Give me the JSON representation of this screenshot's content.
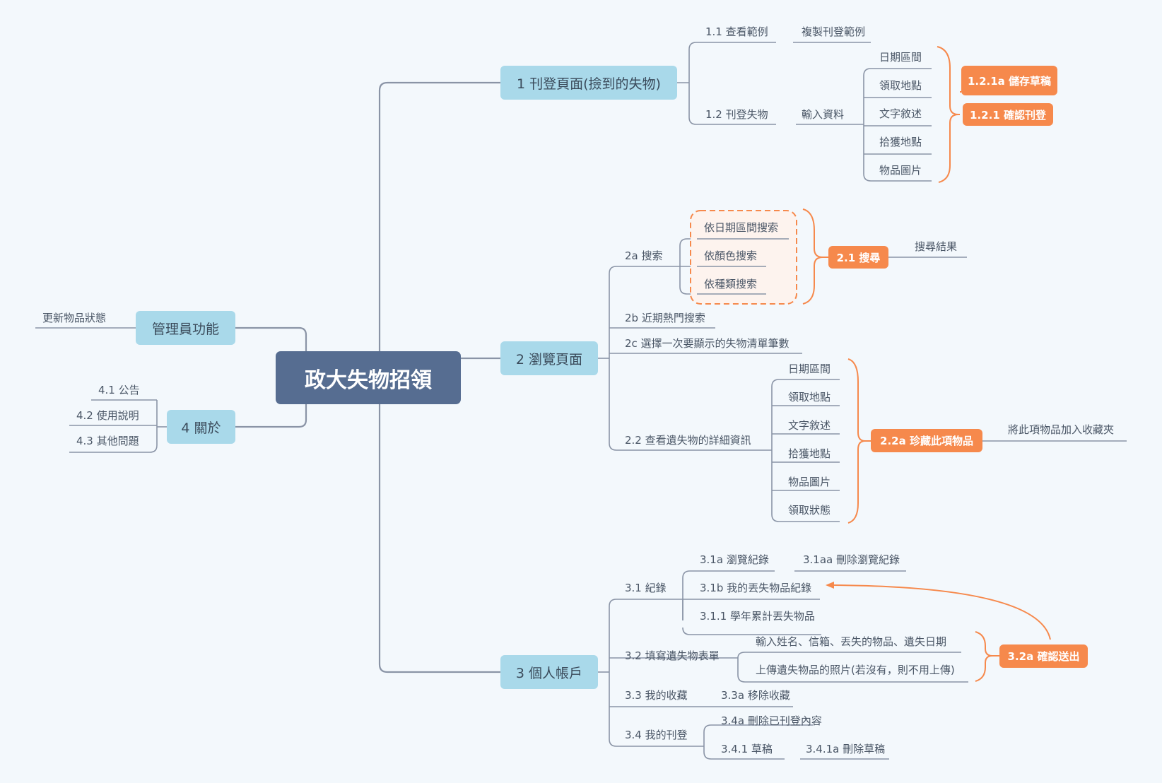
{
  "root": "政大失物招領",
  "branches": {
    "b1": "1 刊登頁面(撿到的失物)",
    "b2": "2 瀏覽頁面",
    "b3": "3 個人帳戶",
    "admin": "管理員功能",
    "b4": "4 關於"
  },
  "b1": {
    "view_example": "1.1 查看範例",
    "copy_example": "複製刊登範例",
    "post_item": "1.2 刊登失物",
    "input_data": "輸入資料",
    "fields": [
      "日期區間",
      "領取地點",
      "文字敘述",
      "拾獲地點",
      "物品圖片"
    ],
    "save_draft": "1.2.1a 儲存草稿",
    "confirm_post": "1.2.1 確認刊登"
  },
  "b2": {
    "search": "2a 搜索",
    "search_options": [
      "依日期區間搜索",
      "依顏色搜索",
      "依種類搜索"
    ],
    "search_action": "2.1 搜尋",
    "search_result": "搜尋結果",
    "hot_search": "2b 近期熱門搜索",
    "choose_count": "2c 選擇一次要顯示的失物清單筆數",
    "detail": "2.2 查看遺失物的詳細資訊",
    "detail_fields": [
      "日期區間",
      "領取地點",
      "文字敘述",
      "拾獲地點",
      "物品圖片",
      "領取狀態"
    ],
    "favorite_action": "2.2a 珍藏此項物品",
    "add_to_favorites": "將此項物品加入收藏夾"
  },
  "b3": {
    "records": "3.1 紀錄",
    "browse_history": "3.1a 瀏覽紀錄",
    "delete_browse": "3.1aa 刪除瀏覽紀錄",
    "my_lost": "3.1b 我的丟失物品紀錄",
    "year_total": "3.1.1 學年累計丟失物品",
    "fill_form": "3.2 填寫遺失物表單",
    "form_input": "輸入姓名、信箱、丟失的物品、遺失日期",
    "form_upload": "上傳遺失物品的照片(若沒有，則不用上傳)",
    "confirm_submit": "3.2a 確認送出",
    "my_favorites": "3.3 我的收藏",
    "remove_favorite": "3.3a 移除收藏",
    "my_posts": "3.4 我的刊登",
    "delete_posted": "3.4a 刪除已刊登內容",
    "drafts": "3.4.1 草稿",
    "delete_draft": "3.4.1a 刪除草稿"
  },
  "admin": {
    "update_status": "更新物品狀態"
  },
  "b4": {
    "announce": "4.1 公告",
    "instructions": "4.2 使用說明",
    "other": "4.3 其他問題"
  },
  "colors": {
    "background": "#f3f8fc",
    "root": "#566d91",
    "branch": "#a9d9ea",
    "accent": "#f6894c",
    "line": "#8a94a6"
  }
}
